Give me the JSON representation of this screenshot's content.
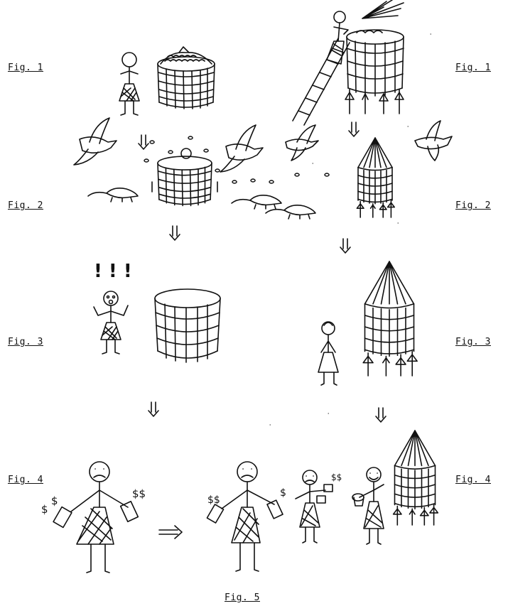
{
  "figures": {
    "left_fig1": "Fig. 1",
    "left_fig2": "Fig. 2",
    "left_fig3": "Fig. 3",
    "left_fig4": "Fig. 4",
    "right_fig1": "Fig. 1",
    "right_fig2": "Fig. 2",
    "right_fig3": "Fig. 3",
    "right_fig4": "Fig. 4",
    "fig5": "Fig. 5"
  },
  "annotations": {
    "exclaim": "! ! !",
    "dollar": "$",
    "double_dollar": "$$"
  },
  "colors": {
    "ink": "#111111",
    "paper": "#ffffff"
  },
  "icons": [
    "stick-figure",
    "granary-basket",
    "bird",
    "rat",
    "ladder",
    "thatched-granary",
    "down-arrow",
    "right-arrow"
  ]
}
